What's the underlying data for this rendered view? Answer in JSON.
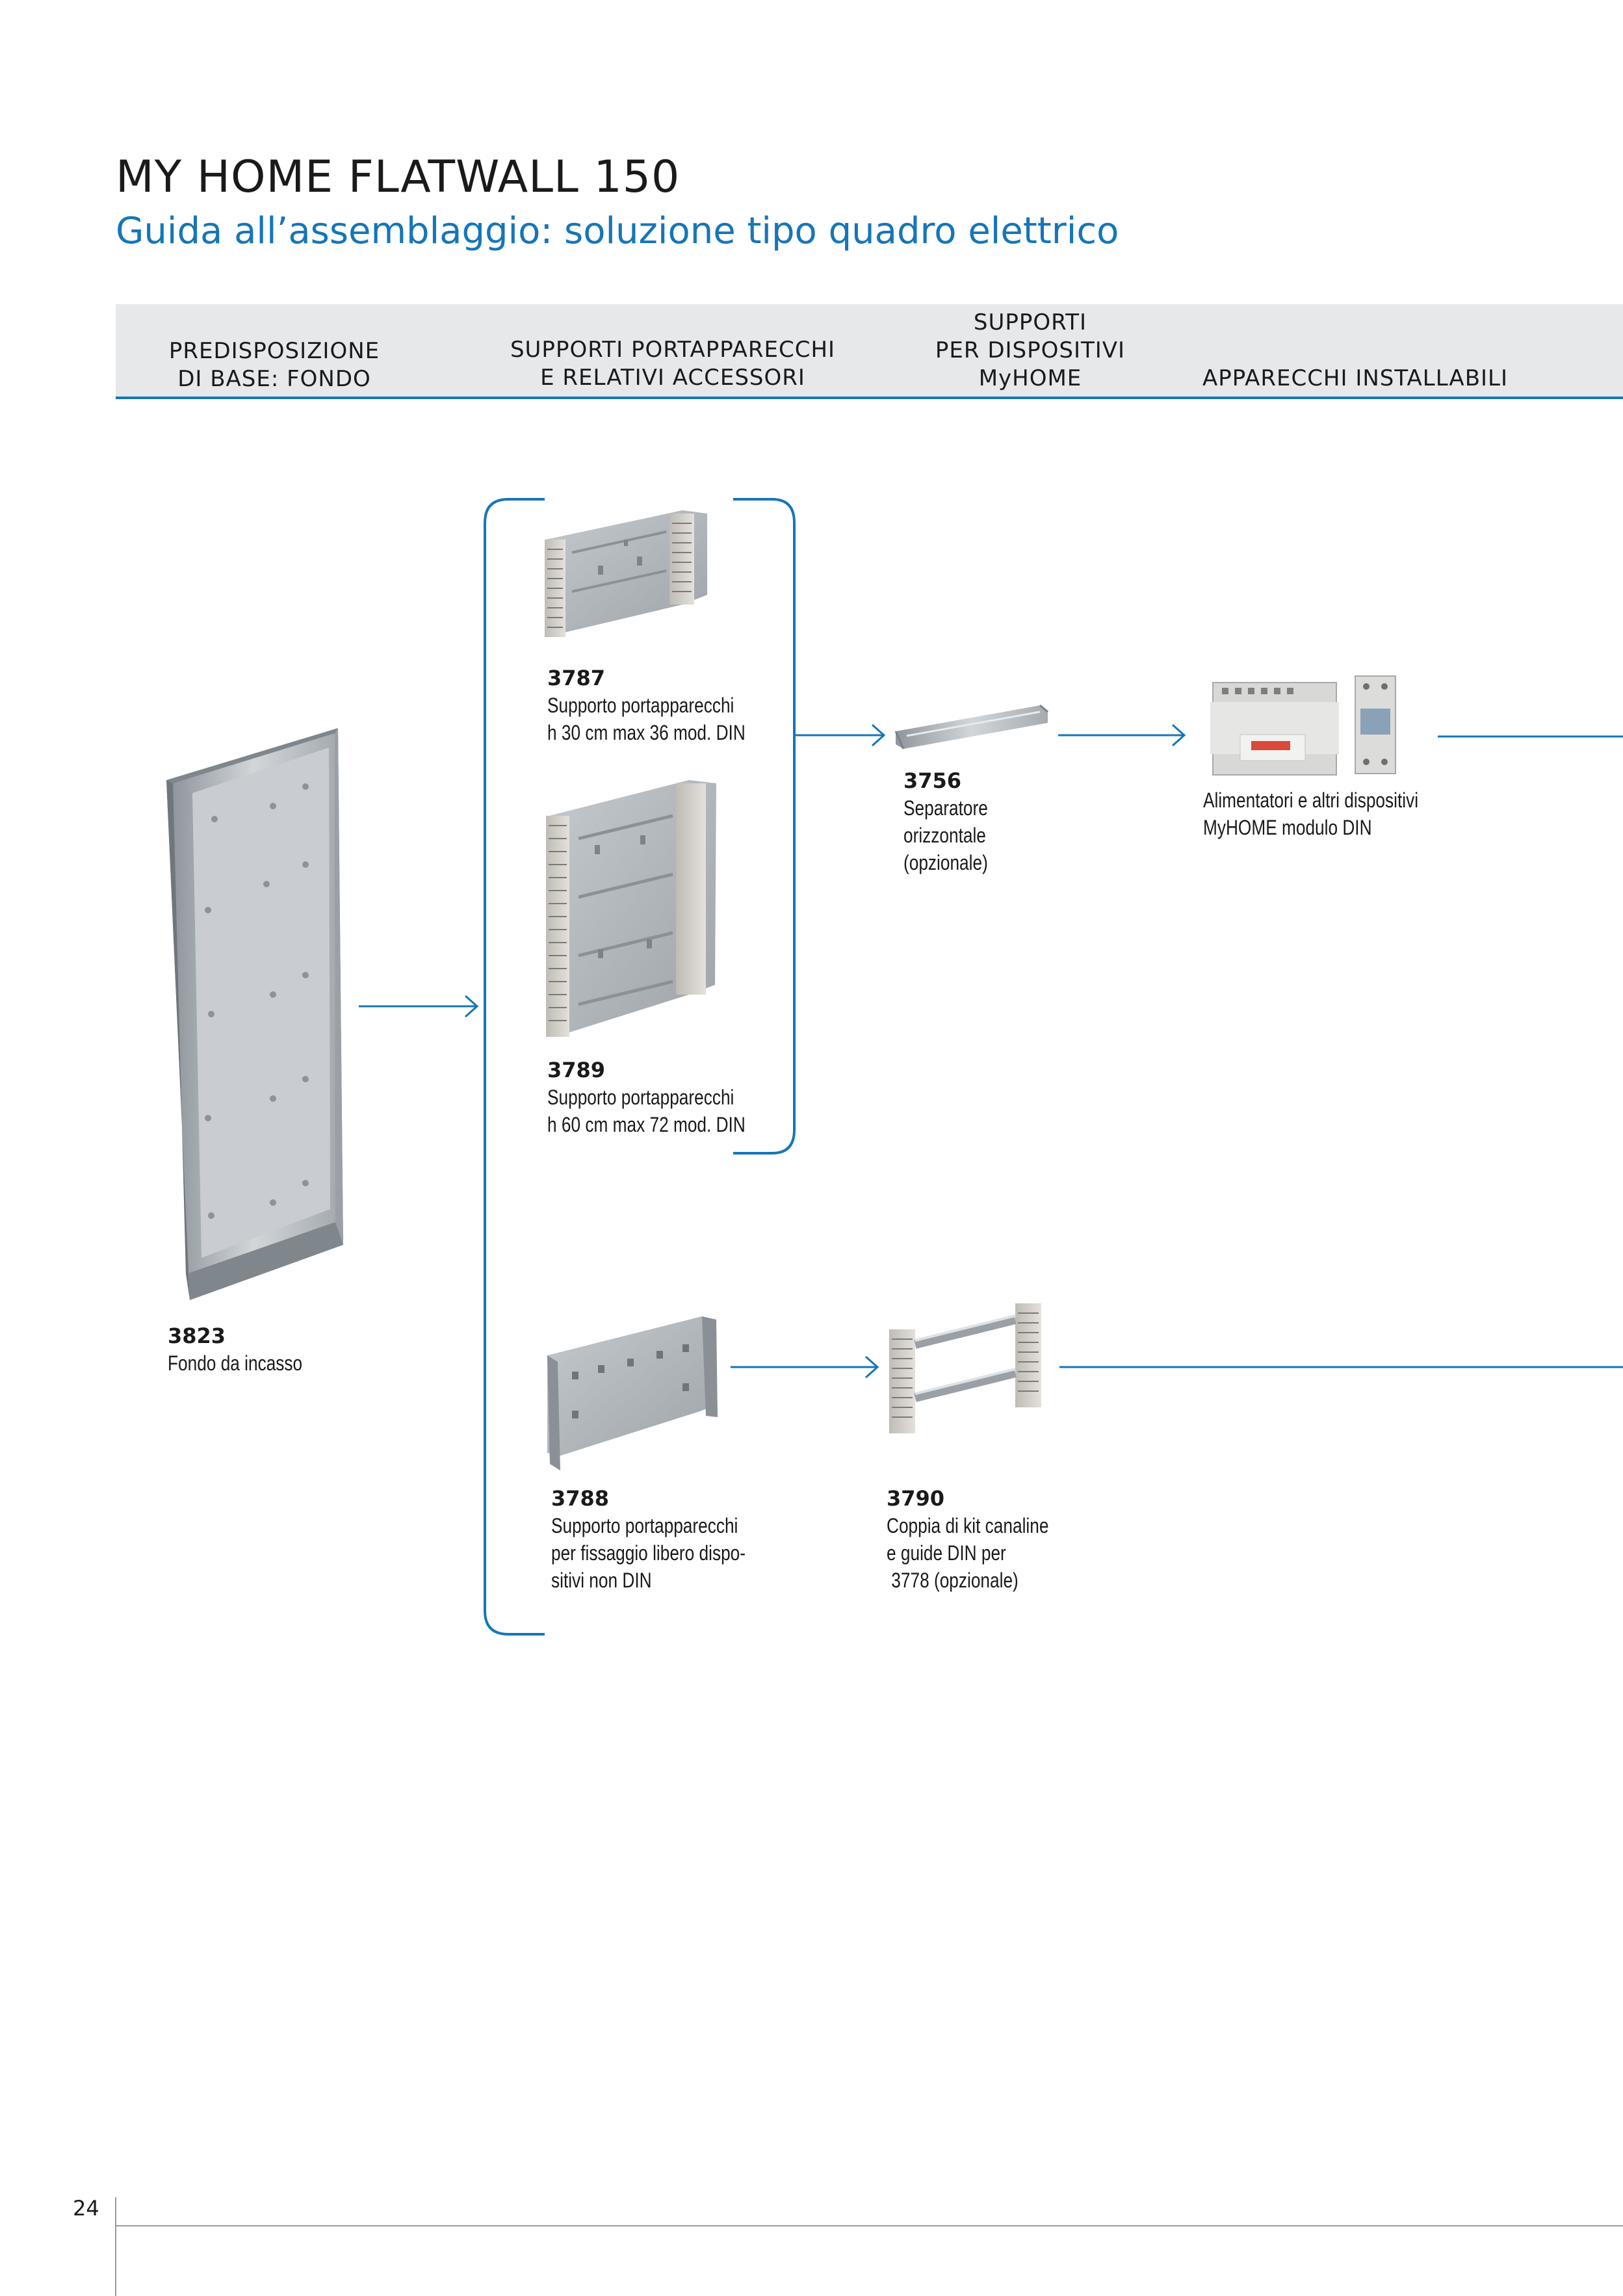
{
  "title": "MY HOME FLATWALL 150",
  "subtitle": "Guida all’assemblaggio: soluzione tipo quadro elettrico",
  "columns": {
    "base": [
      "PREDISPOSIZIONE",
      "DI BASE: FONDO"
    ],
    "supports": [
      "SUPPORTI PORTAPPARECCHI",
      "E RELATIVI ACCESSORI"
    ],
    "devices": [
      "SUPPORTI",
      "PER DISPOSITIVI",
      "MyHOME"
    ],
    "installable": [
      "APPARECCHI INSTALLABILI"
    ]
  },
  "products": {
    "p3823": {
      "code": "3823",
      "lines": [
        "Fondo da incasso"
      ]
    },
    "p3787": {
      "code": "3787",
      "lines": [
        "Supporto portapparecchi",
        "h 30 cm max 36 mod. DIN"
      ]
    },
    "p3789": {
      "code": "3789",
      "lines": [
        "Supporto portapparecchi",
        "h 60 cm max 72 mod. DIN"
      ]
    },
    "p3756": {
      "code": "3756",
      "lines": [
        "Separatore",
        "orizzontale",
        "(opzionale)"
      ]
    },
    "pdin": {
      "code": "",
      "lines": [
        "Alimentatori e altri dispositivi",
        "MyHOME modulo DIN"
      ]
    },
    "p3788": {
      "code": "3788",
      "lines": [
        "Supporto portapparecchi",
        "per fissaggio libero dispo-",
        "sitivi non DIN"
      ]
    },
    "p3790": {
      "code": "3790",
      "lines": [
        "Coppia di kit canaline",
        "e guide DIN per",
        " 3778 (opzionale)"
      ]
    }
  },
  "page_number": "24",
  "colors": {
    "accent": "#1576b8",
    "header_band": "#e6e8ea",
    "metal": "#b9bec2"
  }
}
